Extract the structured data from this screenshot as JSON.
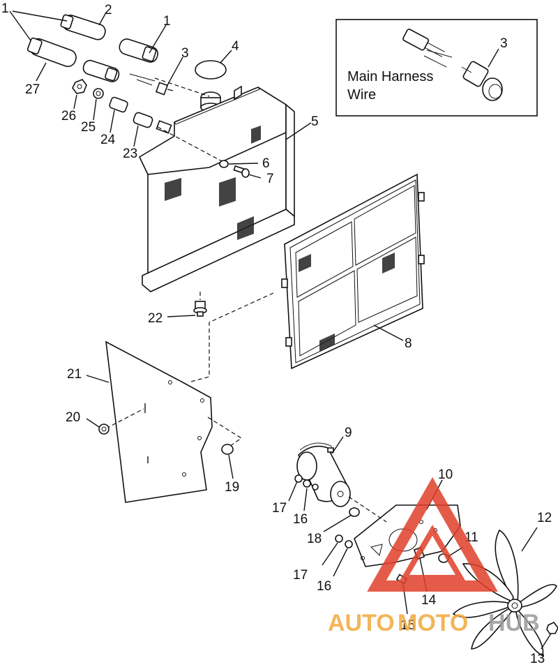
{
  "inset": {
    "line1": "Main Harness",
    "line2": "Wire",
    "callout": "3"
  },
  "callouts": {
    "c1a": "1",
    "c2": "2",
    "c1b": "1",
    "c3": "3",
    "c4": "4",
    "c27": "27",
    "c26": "26",
    "c25": "25",
    "c24": "24",
    "c23": "23",
    "c5": "5",
    "c6": "6",
    "c7": "7",
    "c22": "22",
    "c8": "8",
    "c21": "21",
    "c20": "20",
    "c19": "19",
    "c9": "9",
    "c10": "10",
    "c12": "12",
    "c17a": "17",
    "c16a": "16",
    "c18": "18",
    "c11": "11",
    "c17b": "17",
    "c16b": "16",
    "c14": "14",
    "c15": "15",
    "c13": "13"
  },
  "watermark": {
    "part1": "AUTO",
    "part2": "MOTO",
    "part3": "HUB"
  },
  "colors": {
    "watermark_orange": "#f2a93b",
    "watermark_red": "#e0402a",
    "watermark_gray": "#9a9a9a"
  }
}
